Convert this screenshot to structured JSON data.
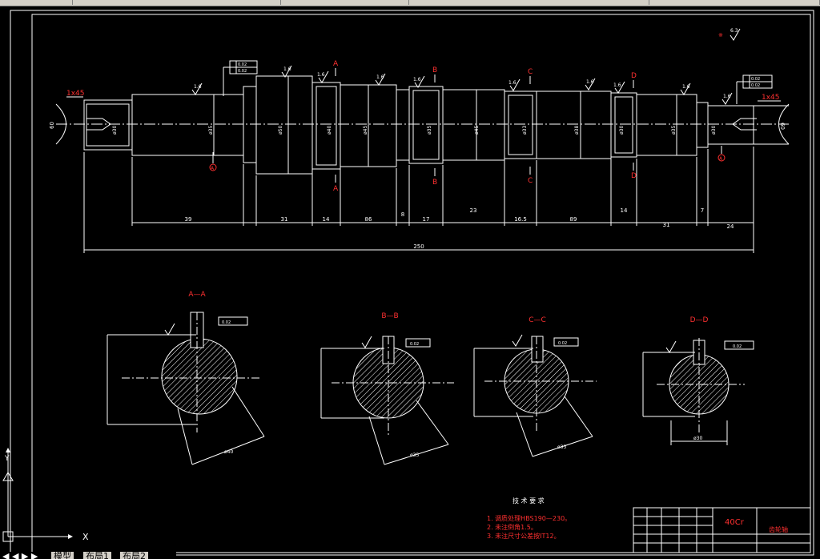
{
  "dimensions": {
    "overall": "250",
    "seg": [
      "39",
      "31",
      "14",
      "86",
      "8",
      "17",
      "23",
      "16.5",
      "89",
      "14",
      "31",
      "7",
      "24"
    ]
  },
  "chamfer_left": "1x45",
  "chamfer_right": "1x45",
  "center_angle": "60",
  "sections": {
    "A": {
      "label": "A—A",
      "diameter": "ø40"
    },
    "B": {
      "label": "B—B",
      "diameter": "ø35"
    },
    "C": {
      "label": "C—C",
      "diameter": "ø33"
    },
    "D": {
      "label": "D—D",
      "diameter": "ø30"
    }
  },
  "roughness": {
    "surface": "1.6",
    "corner": "6.3"
  },
  "geom_tol": "0.02",
  "datum": "A",
  "tech": {
    "heading": "技 术 要 求",
    "items": [
      "1. 调质处理HBS190—230。",
      "2. 未注倒角1.5。",
      "3. 未注尺寸公差按IT12。"
    ]
  },
  "title_block": {
    "material": "40Cr",
    "name": "齿轮轴"
  },
  "tabs": [
    "模型",
    "布局1",
    "布局2"
  ],
  "ucs": {
    "x": "X",
    "y": "Y"
  }
}
